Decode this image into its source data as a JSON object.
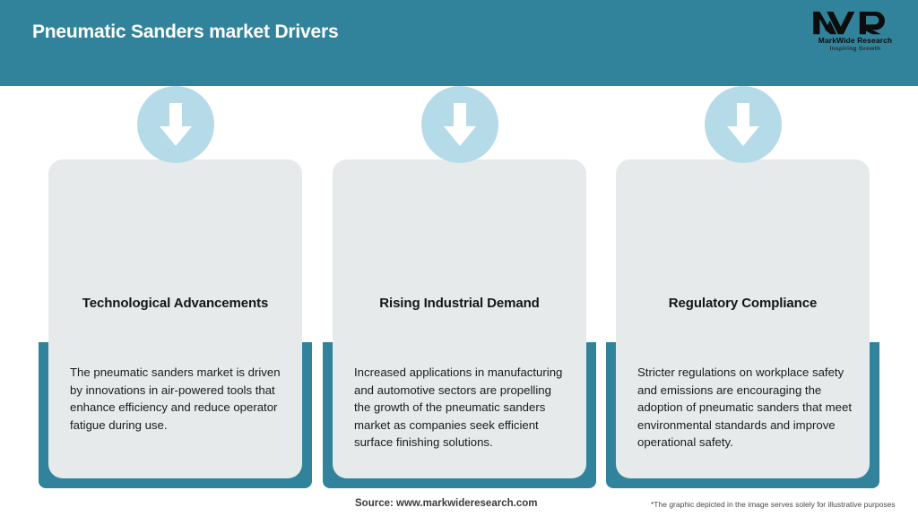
{
  "header": {
    "title": "Pneumatic Sanders market Drivers",
    "background_color": "#31839c",
    "title_color": "#ffffff"
  },
  "logo": {
    "mark": "MWR",
    "name": "MarkWide Research",
    "tagline": "Inspiring Growth"
  },
  "theme": {
    "teal": "#31839c",
    "card_bg": "#e6eaeb",
    "icon_circle": "#b6dbe8",
    "icon_arrow": "#ffffff",
    "page_bg": "#ffffff"
  },
  "cards": [
    {
      "icon": "arrow-down-icon",
      "title": "Technological Advancements",
      "text": "The pneumatic sanders market is driven by innovations in air-powered tools that enhance efficiency and reduce operator fatigue during use."
    },
    {
      "icon": "arrow-down-icon",
      "title": "Rising Industrial Demand",
      "text": "Increased applications in manufacturing and automotive sectors are propelling the growth of the pneumatic sanders market as companies seek efficient surface finishing solutions."
    },
    {
      "icon": "arrow-down-icon",
      "title": "Regulatory Compliance",
      "text": "Stricter regulations on workplace safety and emissions are encouraging the adoption of pneumatic sanders that meet environmental standards and improve operational safety."
    }
  ],
  "footer": {
    "source": "Source: www.markwideresearch.com",
    "disclaimer": "*The graphic depicted in the image serves solely for illustrative purposes"
  }
}
